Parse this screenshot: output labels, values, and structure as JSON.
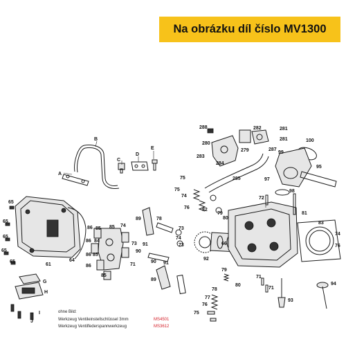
{
  "banner": {
    "text": "Na obrázku díl číslo MV1300",
    "color": "#f7c21a"
  },
  "notes": {
    "heading": "ohne Bild:",
    "rows": [
      {
        "text": "Werkzeug Ventileinstellschlüssel 3mm",
        "code": "MS4501"
      },
      {
        "text": "Werkzeug Ventilfederspannwerkzeug",
        "code": "MS3612"
      }
    ],
    "code_color": "#d4202a"
  },
  "diagram": {
    "callouts": [
      "A",
      "B",
      "C",
      "D",
      "E",
      "288",
      "280",
      "283",
      "284",
      "282",
      "281",
      "281",
      "279",
      "287",
      "99",
      "100",
      "95",
      "285",
      "97",
      "98",
      "75",
      "75",
      "74",
      "76",
      "82",
      "79",
      "80",
      "72",
      "81",
      "83",
      "74",
      "76",
      "65",
      "65",
      "65",
      "65",
      "65",
      "61",
      "64",
      "86",
      "85",
      "85",
      "74",
      "73",
      "91",
      "90",
      "71",
      "86",
      "84",
      "86",
      "85",
      "86",
      "85",
      "89",
      "78",
      "73",
      "74",
      "90",
      "91",
      "73",
      "66",
      "92",
      "89",
      "79",
      "80",
      "78",
      "77",
      "76",
      "75",
      "71",
      "71",
      "93",
      "94",
      "G",
      "H",
      "I",
      "J"
    ]
  }
}
